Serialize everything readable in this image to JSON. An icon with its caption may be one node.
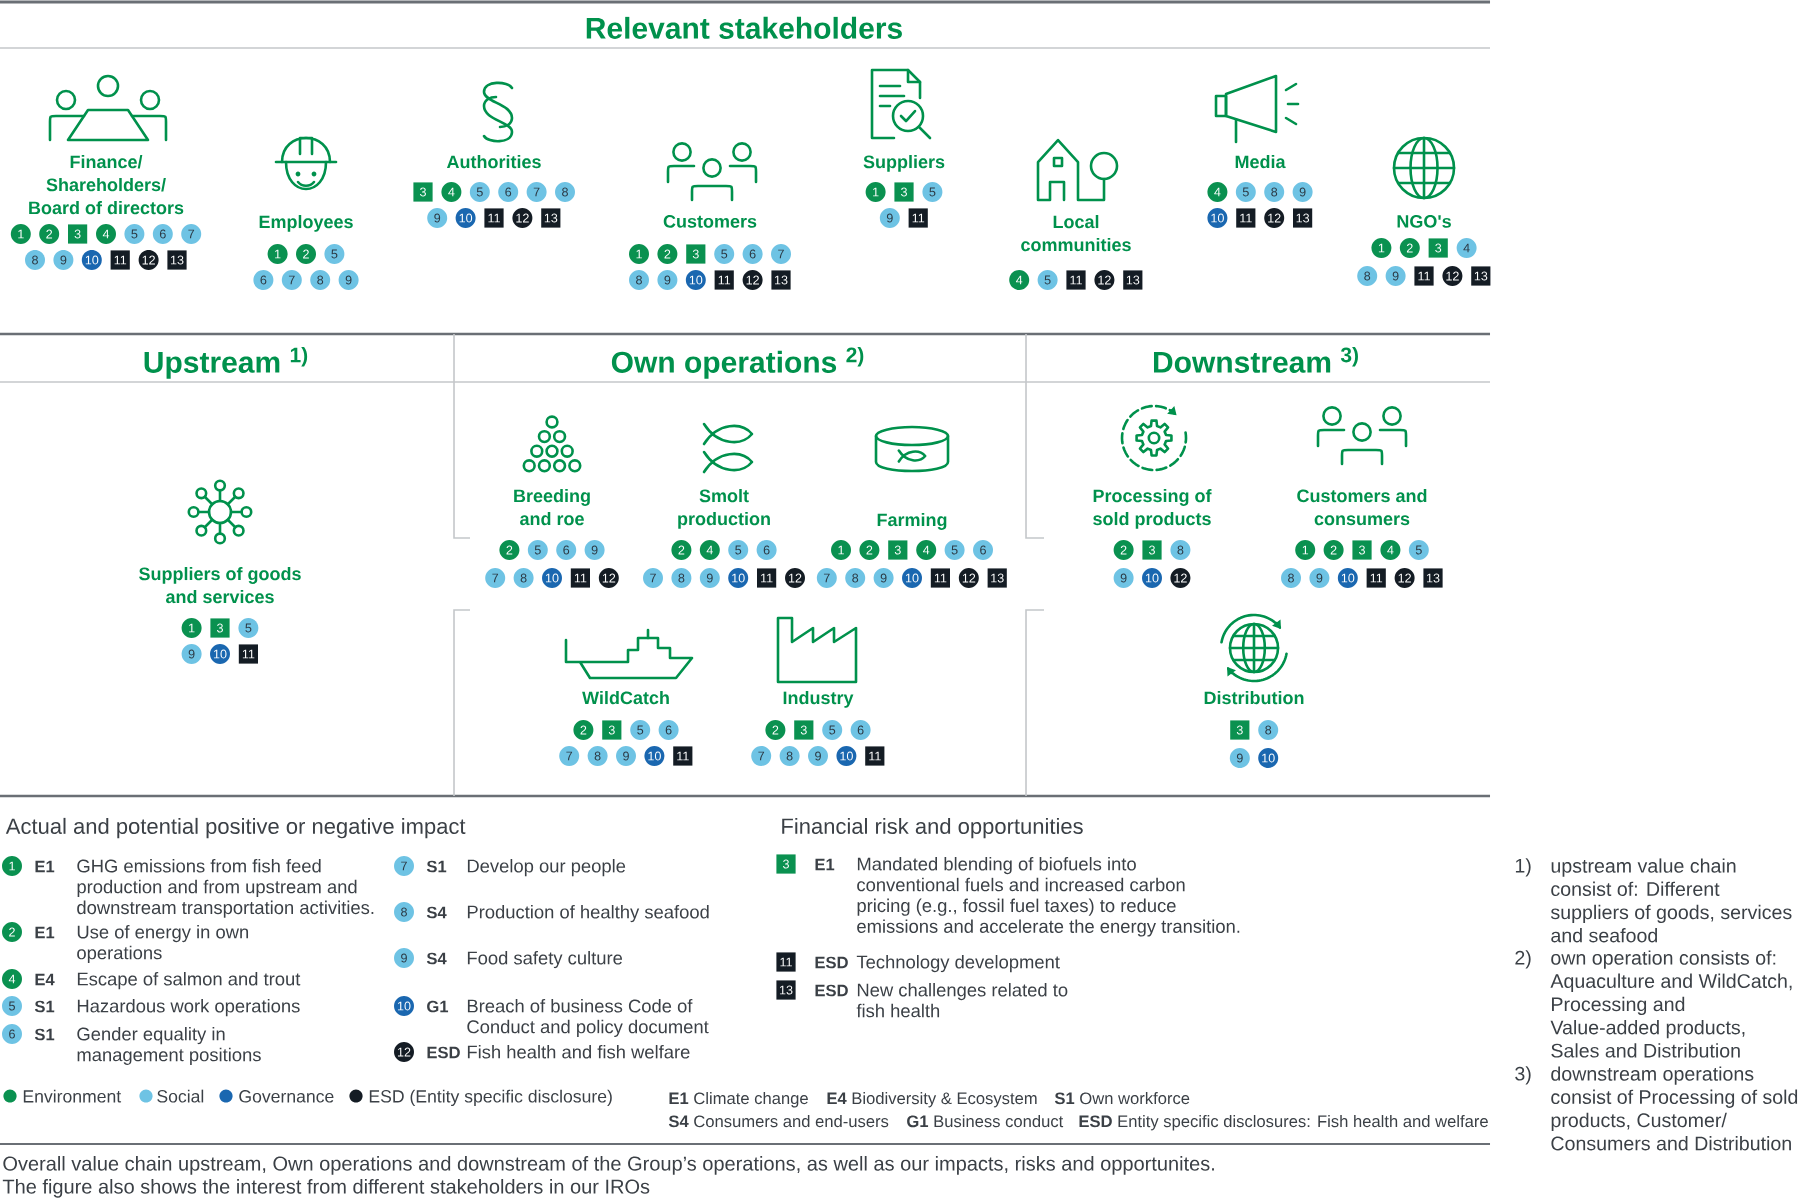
{
  "diagram": {
    "nodes": [
      {
        "text": [
          "Relevant stakeholders"
        ]
      },
      {
        "text": [
          "Finance/ Shareholders/ Board of directors"
        ],
        "in": 0,
        "beside": [
          "1",
          "2",
          "3",
          "4",
          "5",
          "6",
          "7",
          "8",
          "9",
          "10",
          "11",
          "12",
          "13"
        ]
      },
      {
        "text": [
          "Employees"
        ],
        "in": 0,
        "beside": [
          "1",
          "2",
          "5",
          "6",
          "7",
          "8",
          "9"
        ]
      },
      {
        "text": [
          "Authorities"
        ],
        "in": 0,
        "beside": [
          "3",
          "4",
          "5",
          "6",
          "7",
          "8",
          "9",
          "10",
          "11",
          "12",
          "13"
        ]
      },
      {
        "text": [
          "Customers"
        ],
        "in": 0,
        "beside": [
          "1",
          "2",
          "3",
          "5",
          "6",
          "7",
          "8",
          "9",
          "10",
          "11",
          "12",
          "13"
        ]
      },
      {
        "text": [
          "Suppliers"
        ],
        "in": 0,
        "beside": [
          "1",
          "3",
          "5",
          "9",
          "11"
        ]
      },
      {
        "text": [
          "Local communities"
        ],
        "in": 0,
        "beside": [
          "4",
          "5",
          "11",
          "12",
          "13"
        ]
      },
      {
        "text": [
          "Media"
        ],
        "in": 0,
        "beside": [
          "4",
          "5",
          "8",
          "9",
          "10",
          "11",
          "12",
          "13"
        ]
      },
      {
        "text": [
          "NGO's"
        ],
        "in": 0,
        "beside": [
          "1",
          "2",
          "3",
          "4",
          "8",
          "9",
          "11",
          "12",
          "13"
        ]
      },
      {
        "text": [
          "Upstream $^{1)}$"
        ]
      },
      {
        "text": [
          "Suppliers of goods and services"
        ],
        "in": 9,
        "beside": [
          "1",
          "3",
          "5",
          "9",
          "10",
          "11"
        ]
      },
      {
        "text": [
          "Own operations $^{2)}$"
        ]
      },
      {
        "text": [
          "Breeding and roe"
        ],
        "in": 11,
        "beside": [
          "2",
          "5",
          "6",
          "9",
          "7",
          "8",
          "10",
          "11",
          "12"
        ]
      },
      {
        "text": [
          "Smolt production"
        ],
        "in": 11,
        "beside": [
          "2",
          "4",
          "5",
          "6",
          "7",
          "8",
          "9",
          "10",
          "11",
          "12"
        ]
      },
      {
        "text": [
          "Farming"
        ],
        "in": 11,
        "beside": [
          "1",
          "2",
          "3",
          "4",
          "5",
          "6",
          "7",
          "8",
          "9",
          "10",
          "11",
          "12",
          "13"
        ]
      },
      {
        "text": [
          "WildCatch"
        ],
        "in": 11,
        "beside": [
          "2",
          "3",
          "5",
          "6",
          "7",
          "8",
          "9",
          "10",
          "11"
        ]
      },
      {
        "text": [
          "Industry"
        ],
        "in": 11,
        "beside": [
          "2",
          "3",
          "5",
          "6",
          "7",
          "8",
          "9",
          "10",
          "11"
        ]
      },
      {
        "text": [
          "Downstream $^{3)}$"
        ]
      },
      {
        "text": [
          "Processing of sold products"
        ],
        "in": 17,
        "beside": [
          "2",
          "3",
          "8",
          "9",
          "10",
          "12"
        ]
      },
      {
        "text": [
          "Customers and consumers"
        ],
        "in": 17,
        "beside": [
          "1",
          "2",
          "3",
          "4",
          "5",
          "8",
          "9",
          "10",
          "11",
          "12",
          "13"
        ]
      },
      {
        "text": [
          "Distribution"
        ],
        "in": 17,
        "beside": [
          "3",
          "8",
          "9",
          "10"
        ]
      }
    ],
    "labels": [
      "Actual and potential positive or negative impact",
      "1",
      "E1",
      "GHG emissions from fish feed production and from upstream and downstream transportation activities.",
      "2",
      "E1",
      "Use of energy in own operations",
      "4",
      "E4",
      "Escape of salmon and trout",
      "5",
      "S1",
      "Hazardous work operations",
      "6",
      "S1",
      "Gender equality in management positions",
      "7",
      "S1",
      "Develop our people",
      "8",
      "S4",
      "Production of healthy seafood",
      "9",
      "S4",
      "Food safety culture",
      "10",
      "G1",
      "Breach of business Code of Conduct and policy document",
      "12",
      "ESD",
      "Fish health and fish welfare",
      "Financial risk and opportunities",
      "3",
      "E1",
      "Mandated blending of biofuels into conventional fuels and increased carbon pricing (e.g., fossil fuel taxes) to reduce emissions and accelerate the energy transition.",
      "11",
      "ESD",
      "Technology development",
      "13",
      "ESD",
      "New challenges related to fish health",
      "**E1** Climate change",
      "**E4** Biodiversity & Ecosystem",
      "**S1** Own workforce",
      "**S4** Consumers and end-users",
      "**G1** Business conduct",
      "**ESD** Entity specific disclosures: Fish health and welfare",
      "1)",
      "upstream value chain consist of: Different suppliers of goods, services and seafood",
      "2)",
      "own operation consists of: Aquaculture and WildCatch, Processing and Value-added products, Sales and Distribution",
      "3)",
      "downstream operations consist of Processing of sold products, Customer/ Consumers and Distribution"
    ],
    "legend": [
      {
        "text": "Environment",
        "color": "#0a9150"
      },
      {
        "text": "Social",
        "color": "#6ec3e4"
      },
      {
        "text": "Governance",
        "color": "#1a67b0"
      },
      {
        "text": "ESD (Entity specific disclosure)",
        "color": "#141c24"
      }
    ],
    "caption": "Overall value chain upstream, Own operations and downstream of the Group’s operations, as well as our impacts, risks and opportunites. The figure also shows the interest from different stakeholders in our IROs"
  }
}
